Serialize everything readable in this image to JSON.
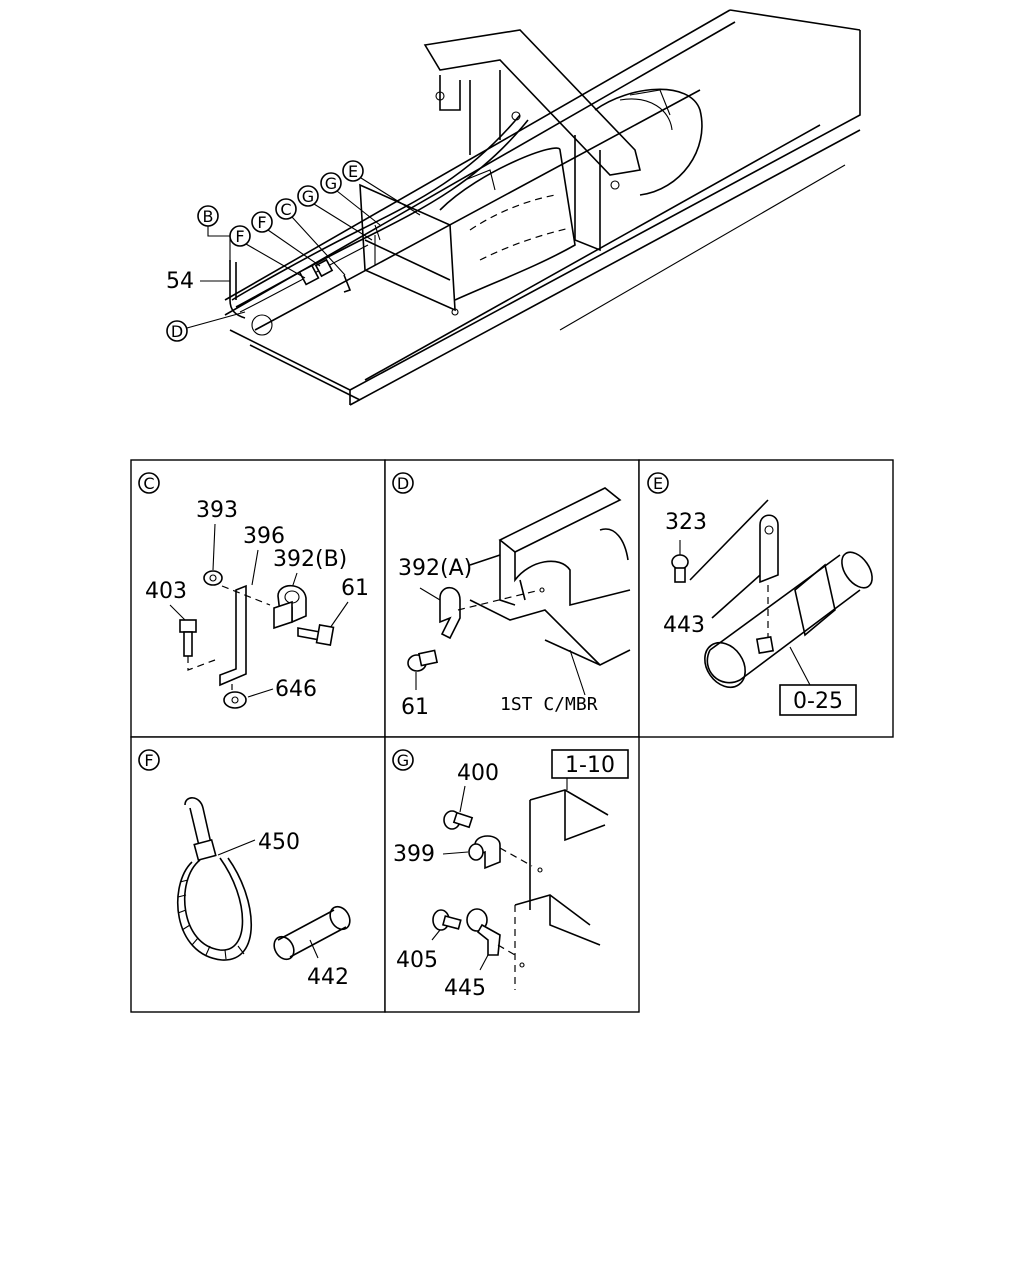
{
  "overview": {
    "callouts": [
      "B",
      "F",
      "C",
      "G",
      "E",
      "D"
    ],
    "part_labels": {
      "tube": "54"
    }
  },
  "panels": [
    {
      "id": "C",
      "parts": [
        "393",
        "396",
        "392(B)",
        "403",
        "61",
        "646"
      ]
    },
    {
      "id": "D",
      "parts": [
        "392(A)",
        "61"
      ],
      "note": "1ST C/MBR"
    },
    {
      "id": "E",
      "parts": [
        "323",
        "443"
      ],
      "ref_box": "0-25"
    },
    {
      "id": "F",
      "parts": [
        "450",
        "442"
      ]
    },
    {
      "id": "G",
      "parts": [
        "400",
        "399",
        "405",
        "445"
      ],
      "ref_box": "1-10"
    }
  ]
}
